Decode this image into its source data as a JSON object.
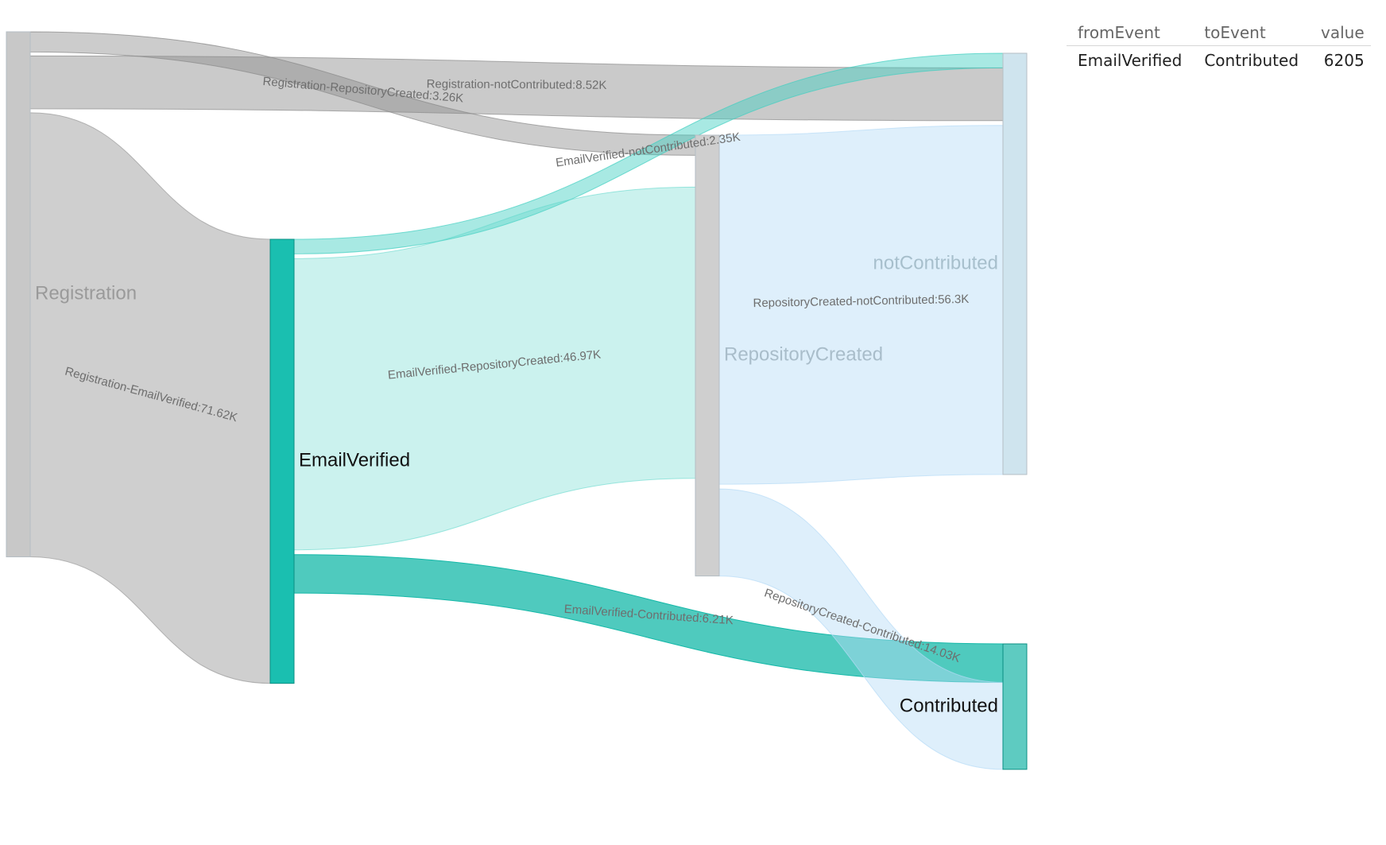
{
  "chart_data": {
    "type": "sankey",
    "nodes": [
      {
        "id": "Registration",
        "label": "Registration",
        "color": "#c8c8c8",
        "label_color": "#9a9a9a"
      },
      {
        "id": "EmailVerified",
        "label": "EmailVerified",
        "color": "#1abfb0",
        "label_color": "#111111"
      },
      {
        "id": "RepositoryCreated",
        "label": "RepositoryCreated",
        "color": "#cfcfcf",
        "label_color": "#a9bdca"
      },
      {
        "id": "notContributed",
        "label": "notContributed",
        "color": "#cfe4ee",
        "label_color": "#a7bfcc"
      },
      {
        "id": "Contributed",
        "label": "Contributed",
        "color": "#5ecbc1",
        "label_color": "#111111"
      }
    ],
    "links": [
      {
        "source": "Registration",
        "target": "RepositoryCreated",
        "value": 3260,
        "label": "Registration-RepositoryCreated:3.26K",
        "color": "#7f7f7f",
        "opacity": 0.4
      },
      {
        "source": "Registration",
        "target": "notContributed",
        "value": 8520,
        "label": "Registration-notContributed:8.52K",
        "color": "#8a8a8a",
        "opacity": 0.45
      },
      {
        "source": "Registration",
        "target": "EmailVerified",
        "value": 71620,
        "label": "Registration-EmailVerified:71.62K",
        "color": "#9f9f9f",
        "opacity": 0.5
      },
      {
        "source": "EmailVerified",
        "target": "notContributed",
        "value": 2350,
        "label": "EmailVerified-notContributed:2.35K",
        "color": "#3fcfc0",
        "opacity": 0.45
      },
      {
        "source": "EmailVerified",
        "target": "RepositoryCreated",
        "value": 46970,
        "label": "EmailVerified-RepositoryCreated:46.97K",
        "color": "#5dd6ca",
        "opacity": 0.32
      },
      {
        "source": "EmailVerified",
        "target": "Contributed",
        "value": 6205,
        "label": "EmailVerified-Contributed:6.21K",
        "color": "#14b8a8",
        "opacity": 0.75
      },
      {
        "source": "RepositoryCreated",
        "target": "notContributed",
        "value": 56300,
        "label": "RepositoryCreated-notContributed:56.3K",
        "color": "#b6dcf7",
        "opacity": 0.45
      },
      {
        "source": "RepositoryCreated",
        "target": "Contributed",
        "value": 14030,
        "label": "RepositoryCreated-Contributed:14.03K",
        "color": "#b6dcf7",
        "opacity": 0.45
      }
    ]
  },
  "selection_table": {
    "headers": {
      "from": "fromEvent",
      "to": "toEvent",
      "value": "value"
    },
    "row": {
      "from": "EmailVerified",
      "to": "Contributed",
      "value": "6205"
    }
  }
}
